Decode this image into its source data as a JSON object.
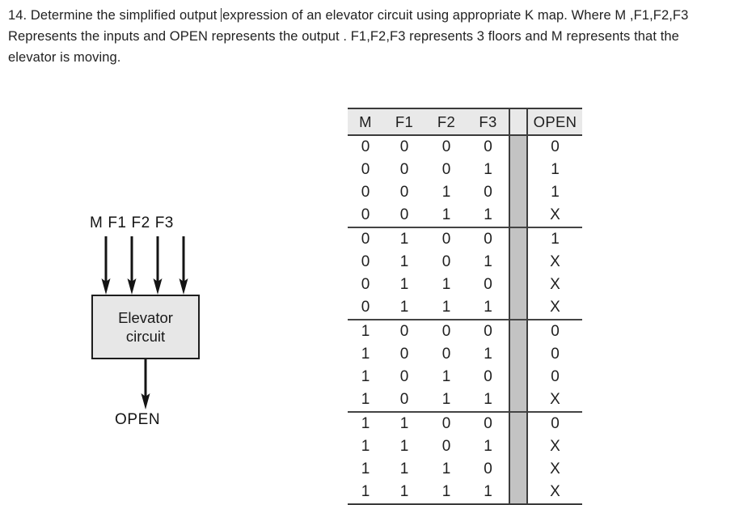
{
  "question": {
    "number": "14.",
    "line1_before_caret": "14. Determine the simplified output ",
    "line1_after_caret": "expression  of  an elevator  circuit using appropriate K map.",
    "line2": "Where M ,F1,F2,F3 Represents the inputs and OPEN represents the output . F1,F2,F3 represents 3",
    "line3": "floors and M represents that the elevator is moving."
  },
  "diagram": {
    "input_labels": [
      "M",
      "F1",
      "F2",
      "F3"
    ],
    "box_line1": "Elevator",
    "box_line2": "circuit",
    "output_label": "OPEN",
    "box_fill": "#e7e7e7",
    "stroke": "#1d1d1d"
  },
  "truth_table": {
    "headers": [
      "M",
      "F1",
      "F2",
      "F3",
      "",
      "OPEN"
    ],
    "header_bg": "#e9e9e9",
    "separator_bg": "#c3c3c3",
    "rows": [
      {
        "M": "0",
        "F1": "0",
        "F2": "0",
        "F3": "0",
        "OPEN": "0"
      },
      {
        "M": "0",
        "F1": "0",
        "F2": "0",
        "F3": "1",
        "OPEN": "1"
      },
      {
        "M": "0",
        "F1": "0",
        "F2": "1",
        "F3": "0",
        "OPEN": "1"
      },
      {
        "M": "0",
        "F1": "0",
        "F2": "1",
        "F3": "1",
        "OPEN": "X"
      },
      {
        "M": "0",
        "F1": "1",
        "F2": "0",
        "F3": "0",
        "OPEN": "1"
      },
      {
        "M": "0",
        "F1": "1",
        "F2": "0",
        "F3": "1",
        "OPEN": "X"
      },
      {
        "M": "0",
        "F1": "1",
        "F2": "1",
        "F3": "0",
        "OPEN": "X"
      },
      {
        "M": "0",
        "F1": "1",
        "F2": "1",
        "F3": "1",
        "OPEN": "X"
      },
      {
        "M": "1",
        "F1": "0",
        "F2": "0",
        "F3": "0",
        "OPEN": "0"
      },
      {
        "M": "1",
        "F1": "0",
        "F2": "0",
        "F3": "1",
        "OPEN": "0"
      },
      {
        "M": "1",
        "F1": "0",
        "F2": "1",
        "F3": "0",
        "OPEN": "0"
      },
      {
        "M": "1",
        "F1": "0",
        "F2": "1",
        "F3": "1",
        "OPEN": "X"
      },
      {
        "M": "1",
        "F1": "1",
        "F2": "0",
        "F3": "0",
        "OPEN": "0"
      },
      {
        "M": "1",
        "F1": "1",
        "F2": "0",
        "F3": "1",
        "OPEN": "X"
      },
      {
        "M": "1",
        "F1": "1",
        "F2": "1",
        "F3": "0",
        "OPEN": "X"
      },
      {
        "M": "1",
        "F1": "1",
        "F2": "1",
        "F3": "1",
        "OPEN": "X"
      }
    ],
    "group_boundaries_after_row": [
      3,
      7,
      11,
      15
    ]
  }
}
